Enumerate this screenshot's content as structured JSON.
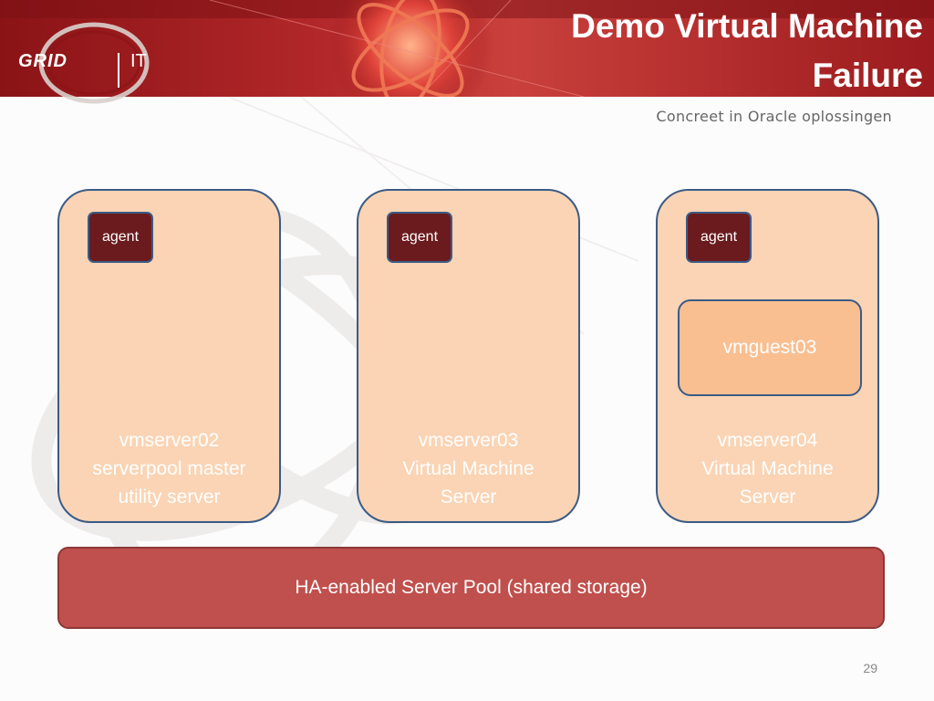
{
  "header": {
    "title_line1": "Demo Virtual Machine",
    "title_line2": "Failure",
    "subtitle": "Concreet in Oracle oplossingen",
    "logo": {
      "left_text": "GRID",
      "right_text": "IT"
    }
  },
  "colors": {
    "banner": "#9e1b1e",
    "server_fill": "#fad4b4",
    "server_border": "#3b5b86",
    "agent_fill": "#6b1b1d",
    "guest_fill": "#f9bf91",
    "pool_fill": "#c0504d"
  },
  "servers": [
    {
      "agent": "agent",
      "label_line1": "vmserver02",
      "label_line2": "serverpool master",
      "label_line3": "utility server"
    },
    {
      "agent": "agent",
      "label_line1": "vmserver03",
      "label_line2": "Virtual Machine",
      "label_line3": "Server"
    },
    {
      "agent": "agent",
      "guest": "vmguest03",
      "label_line1": "vmserver04",
      "label_line2": "Virtual Machine",
      "label_line3": "Server"
    }
  ],
  "pool": {
    "label": "HA-enabled Server Pool (shared storage)"
  },
  "page_number": "29"
}
